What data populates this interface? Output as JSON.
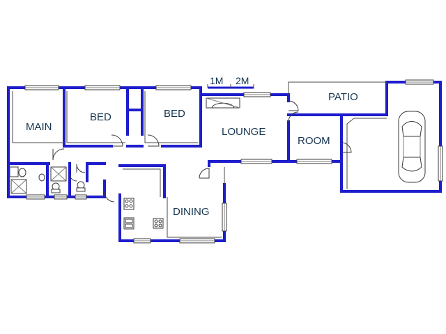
{
  "scale": {
    "one": "1M",
    "two": "2M"
  },
  "rooms": {
    "main": "MAIN",
    "bed1": "BED",
    "bed2": "BED",
    "lounge": "LOUNGE",
    "room": "ROOM",
    "patio": "PATIO",
    "dining": "DINING"
  },
  "colors": {
    "wall": "#1d1dcc",
    "label": "#14344f",
    "background": "#ffffff"
  }
}
